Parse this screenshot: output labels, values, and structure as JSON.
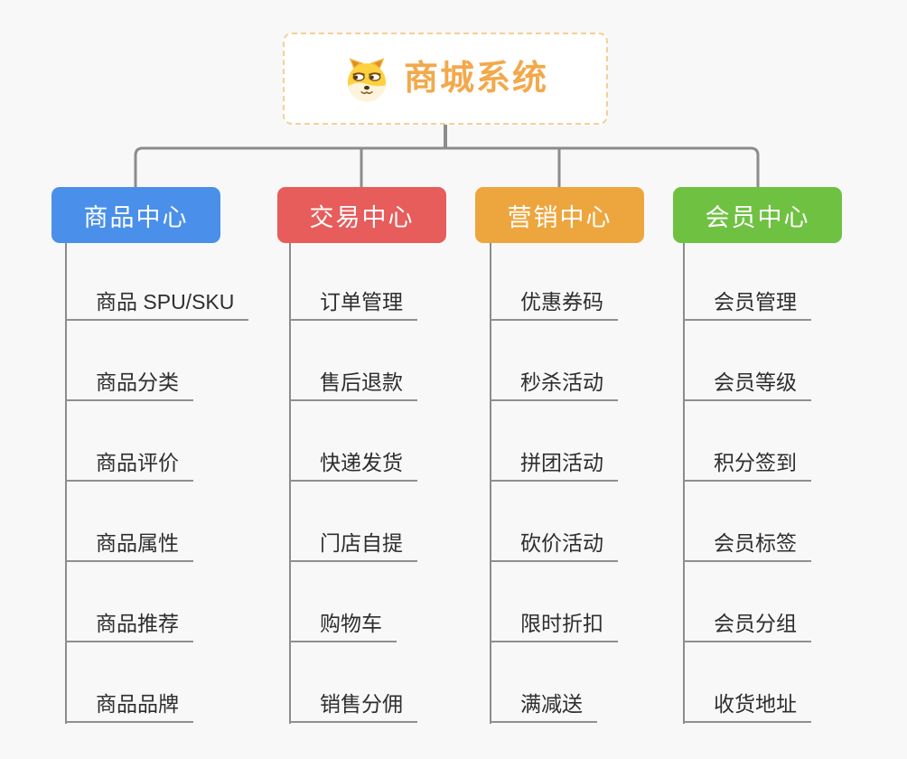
{
  "root": {
    "title": "商城系统",
    "icon": "doge-icon"
  },
  "branches": [
    {
      "label": "商品中心",
      "color": "#4a8fe9",
      "items": [
        "商品 SPU/SKU",
        "商品分类",
        "商品评价",
        "商品属性",
        "商品推荐",
        "商品品牌"
      ]
    },
    {
      "label": "交易中心",
      "color": "#e65d5c",
      "items": [
        "订单管理",
        "售后退款",
        "快递发货",
        "门店自提",
        "购物车",
        "销售分佣"
      ]
    },
    {
      "label": "营销中心",
      "color": "#eda63e",
      "items": [
        "优惠券码",
        "秒杀活动",
        "拼团活动",
        "砍价活动",
        "限时折扣",
        "满减送"
      ]
    },
    {
      "label": "会员中心",
      "color": "#6fc142",
      "items": [
        "会员管理",
        "会员等级",
        "积分签到",
        "会员标签",
        "会员分组",
        "收货地址"
      ]
    }
  ],
  "colors": {
    "background": "#f8f8f8",
    "connector_line": "#8c8c8c",
    "leaf_underline": "#8f8f8f",
    "leaf_text": "#2e2e2e",
    "root_title": "#f2a94c",
    "root_border": "#f6cf96",
    "header_text": "#ffffff"
  }
}
